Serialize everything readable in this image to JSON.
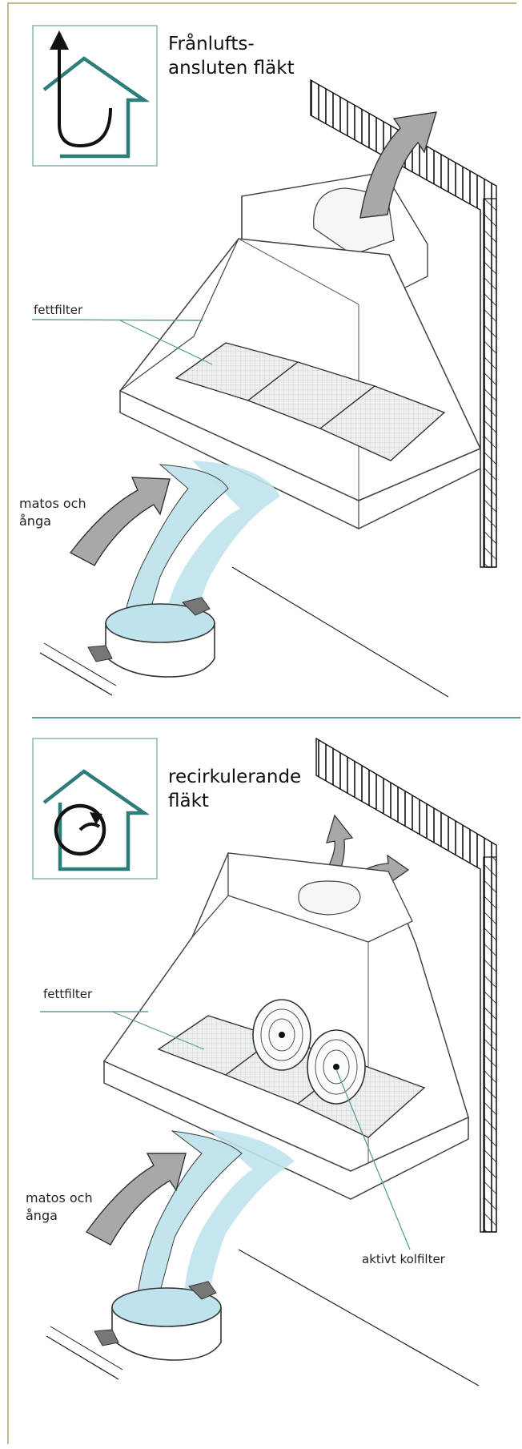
{
  "top": {
    "title": "Frånlufts-\nansluten fläkt",
    "icon": "house-exhaust-arrow-icon",
    "filter_label": "fettfilter",
    "steam_label": "matos och\nånga"
  },
  "bottom": {
    "title": "recirkulerande\nfläkt",
    "icon": "house-recirculation-icon",
    "filter_label": "fettfilter",
    "steam_label": "matos och\nånga",
    "carbon_label": "aktivt kolfilter"
  },
  "colors": {
    "accent": "#2e7d7a",
    "steam": "#bfe3ec",
    "arrow": "#9c9c9c",
    "frame": "#c8b98c",
    "divider": "#5a9e9b"
  }
}
